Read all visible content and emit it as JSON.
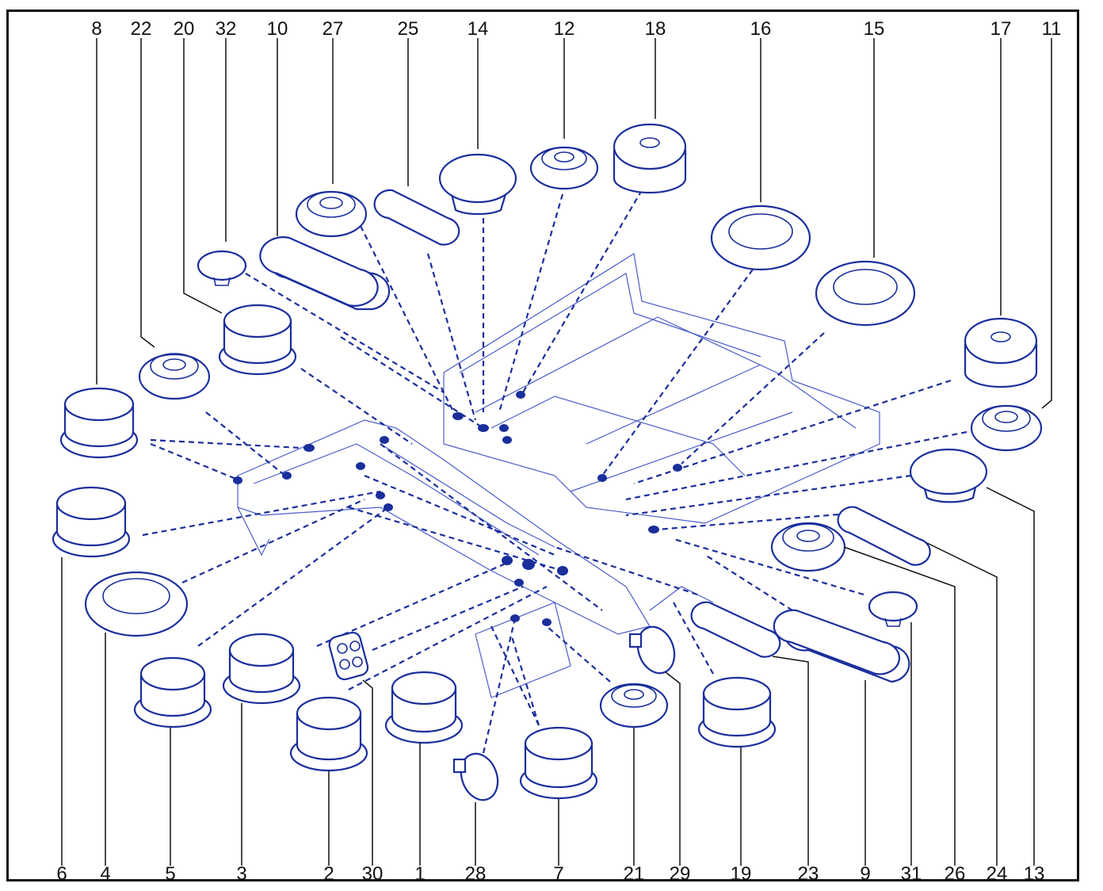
{
  "diagram": {
    "top_labels": [
      {
        "id": "p8",
        "text": "8"
      },
      {
        "id": "p22",
        "text": "22"
      },
      {
        "id": "p20",
        "text": "20"
      },
      {
        "id": "p32",
        "text": "32"
      },
      {
        "id": "p10",
        "text": "10"
      },
      {
        "id": "p27",
        "text": "27"
      },
      {
        "id": "p25",
        "text": "25"
      },
      {
        "id": "p14",
        "text": "14"
      },
      {
        "id": "p12",
        "text": "12"
      },
      {
        "id": "p18",
        "text": "18"
      },
      {
        "id": "p16",
        "text": "16"
      },
      {
        "id": "p15",
        "text": "15"
      },
      {
        "id": "p17",
        "text": "17"
      },
      {
        "id": "p11",
        "text": "11"
      }
    ],
    "bottom_labels": [
      {
        "id": "p6",
        "text": "6"
      },
      {
        "id": "p4",
        "text": "4"
      },
      {
        "id": "p5",
        "text": "5"
      },
      {
        "id": "p3",
        "text": "3"
      },
      {
        "id": "p2",
        "text": "2"
      },
      {
        "id": "p30",
        "text": "30"
      },
      {
        "id": "p1",
        "text": "1"
      },
      {
        "id": "p28",
        "text": "28"
      },
      {
        "id": "p7",
        "text": "7"
      },
      {
        "id": "p21",
        "text": "21"
      },
      {
        "id": "p29",
        "text": "29"
      },
      {
        "id": "p19",
        "text": "19"
      },
      {
        "id": "p23",
        "text": "23"
      },
      {
        "id": "p9",
        "text": "9"
      },
      {
        "id": "p31",
        "text": "31"
      },
      {
        "id": "p26",
        "text": "26"
      },
      {
        "id": "p24",
        "text": "24"
      },
      {
        "id": "p13",
        "text": "13"
      }
    ],
    "colors": {
      "line": "#1a2e9c",
      "label": "#111111",
      "frame": "#111111"
    }
  }
}
